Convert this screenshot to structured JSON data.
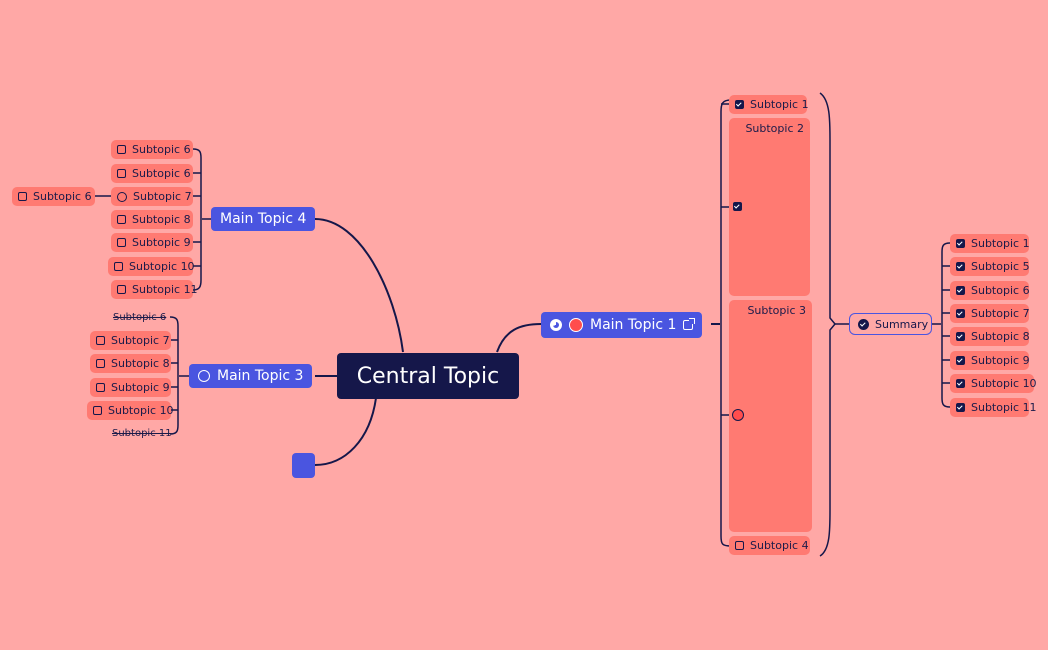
{
  "central": {
    "label": "Central Topic"
  },
  "main1": {
    "label": "Main Topic 1",
    "icons": [
      "progress-pie-icon",
      "red-dot-icon",
      "external-link-icon"
    ]
  },
  "main3": {
    "label": "Main Topic 3",
    "icon": "circle-icon"
  },
  "main4": {
    "label": "Main Topic 4"
  },
  "right": {
    "sub1": "Subtopic 1",
    "sub2": "Subtopic 2",
    "sub3": "Subtopic 3",
    "sub4": "Subtopic 4",
    "summary": "Summary",
    "summary_children": [
      "Subtopic 1",
      "Subtopic 5",
      "Subtopic 6",
      "Subtopic 7",
      "Subtopic 8",
      "Subtopic 9",
      "Subtopic 10",
      "Subtopic 11"
    ]
  },
  "left4": {
    "children": [
      "Subtopic 6",
      "Subtopic 6",
      "Subtopic 7",
      "Subtopic 8",
      "Subtopic 9",
      "Subtopic 10",
      "Subtopic 11"
    ],
    "grandchild": "Subtopic 6"
  },
  "left3": {
    "children": [
      "Subtopic 6",
      "Subtopic 7",
      "Subtopic 8",
      "Subtopic 9",
      "Subtopic 10",
      "Subtopic 11"
    ]
  },
  "colors": {
    "background": "#ffa8a6",
    "subtopic": "#ff7a72",
    "main": "#4a55e0",
    "central": "#15174a",
    "accent_red": "#ff4d4d"
  }
}
